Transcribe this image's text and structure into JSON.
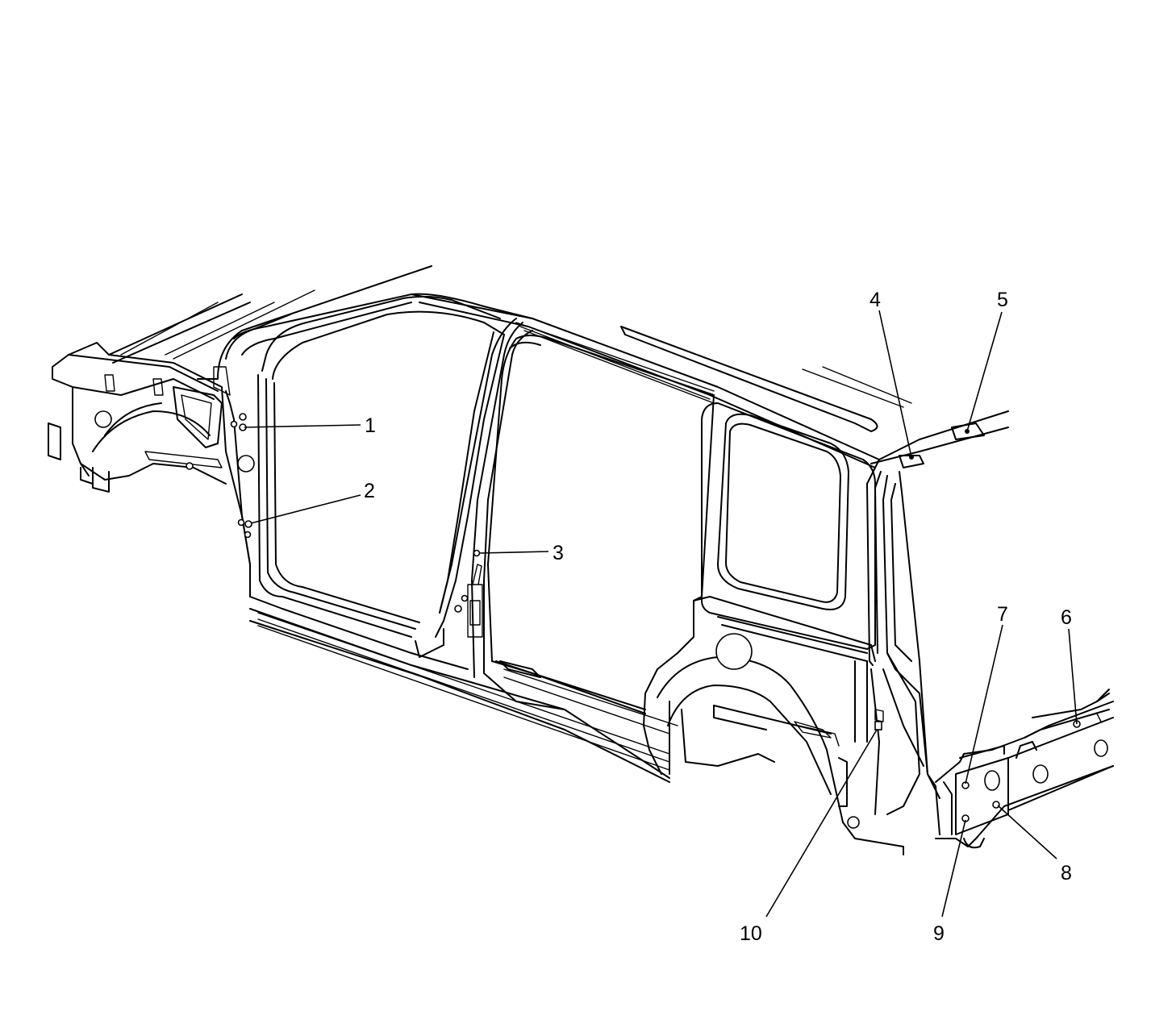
{
  "diagram": {
    "callouts": [
      {
        "id": "callout-1",
        "label": "1"
      },
      {
        "id": "callout-2",
        "label": "2"
      },
      {
        "id": "callout-3",
        "label": "3"
      },
      {
        "id": "callout-4",
        "label": "4"
      },
      {
        "id": "callout-5",
        "label": "5"
      },
      {
        "id": "callout-6",
        "label": "6"
      },
      {
        "id": "callout-7",
        "label": "7"
      },
      {
        "id": "callout-8",
        "label": "8"
      },
      {
        "id": "callout-9",
        "label": "9"
      },
      {
        "id": "callout-10",
        "label": "10"
      }
    ],
    "colors": {
      "line": "#000000",
      "background": "#ffffff"
    }
  }
}
